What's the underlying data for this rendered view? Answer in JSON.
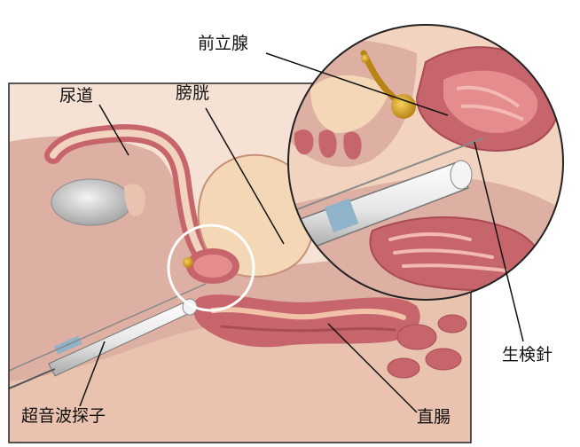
{
  "labels": {
    "urethra": "尿道",
    "bladder": "膀胱",
    "prostate": "前立腺",
    "biopsy_needle": "生検針",
    "ultrasound_probe": "超音波探子",
    "rectum": "直腸"
  },
  "colors": {
    "background_panel": "#f6e2d4",
    "body_tissue": "#ddb0a3",
    "flesh_light": "#f2d3bf",
    "muscle_red": "#c7656c",
    "muscle_dark": "#a94b55",
    "bladder_fill": "#f3d7b6",
    "prostate_gold": "#d9a630",
    "probe_white": "#eeeeee",
    "probe_band": "#8fb3c8",
    "outline": "#222222"
  }
}
